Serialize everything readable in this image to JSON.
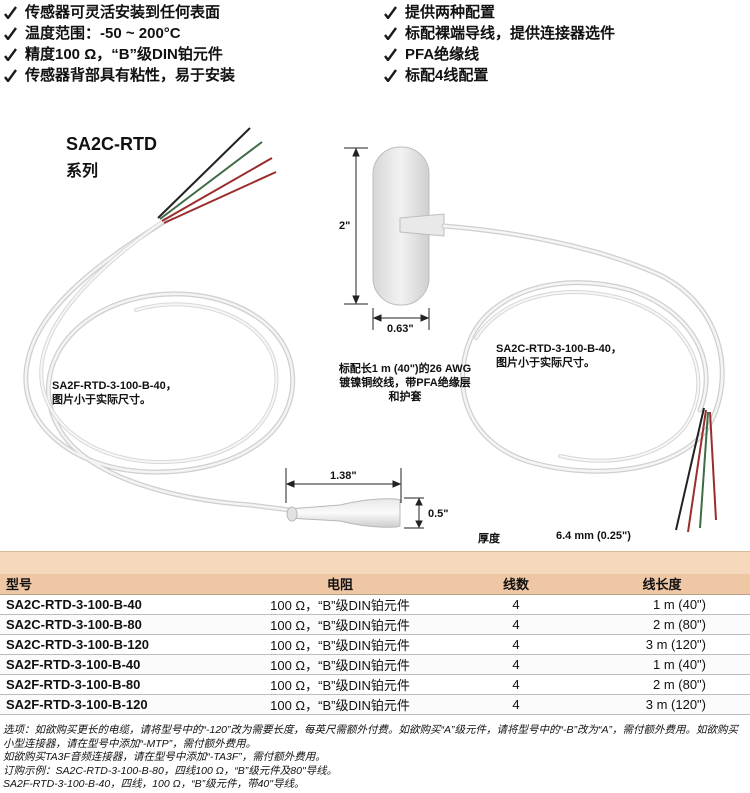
{
  "features_left": [
    "传感器可灵活安装到任何表面",
    "温度范围：-50 ~ 200°C",
    "精度100 Ω，“B”级DIN铂元件",
    "传感器背部具有粘性，易于安装"
  ],
  "features_right": [
    "提供两种配置",
    "标配裸端导线，提供连接器选件",
    "PFA绝缘线",
    "标配4线配置"
  ],
  "figure": {
    "series_title": "SA2C-RTD",
    "series_sub": "系列",
    "caption_left": "SA2F-RTD-3-100-B-40，\n图片小于实际尺寸。",
    "caption_right": "SA2C-RTD-3-100-B-40，\n图片小于实际尺寸。",
    "caption_middle": "标配长1 m (40\")的26 AWG\n镀镍铜绞线，带PFA绝缘层\n和护套",
    "dim_2in": "2\"",
    "dim_063": "0.63\"",
    "dim_138": "1.38\"",
    "dim_05": "0.5\"",
    "thickness_label": "厚度",
    "thickness_value": "6.4 mm (0.25\")"
  },
  "table": {
    "headers": [
      "型号",
      "电阻",
      "线数",
      "线长度"
    ],
    "rows": [
      [
        "SA2C-RTD-3-100-B-40",
        "100 Ω，“B”级DIN铂元件",
        "4",
        "1 m (40\")"
      ],
      [
        "SA2C-RTD-3-100-B-80",
        "100 Ω，“B”级DIN铂元件",
        "4",
        "2 m (80\")"
      ],
      [
        "SA2C-RTD-3-100-B-120",
        "100 Ω，“B”级DIN铂元件",
        "4",
        "3 m (120\")"
      ],
      [
        "SA2F-RTD-3-100-B-40",
        "100 Ω，“B”级DIN铂元件",
        "4",
        "1 m (40\")"
      ],
      [
        "SA2F-RTD-3-100-B-80",
        "100 Ω，“B”级DIN铂元件",
        "4",
        "2 m (80\")"
      ],
      [
        "SA2F-RTD-3-100-B-120",
        "100 Ω，“B”级DIN铂元件",
        "4",
        "3 m (120\")"
      ]
    ]
  },
  "notes": [
    "选项：如欲购买更长的电缆，请将型号中的“-120”改为需要长度，每英尺需额外付费。如欲购买“A”级元件，请将型号中的“-B”改为“A”，需付额外费用。如欲购买小型连接器，请在型号中添加“-MTP”，需付额外费用。",
    "如欲购买TA3F音频连接器，请在型号中添加“-TA3F”，需付额外费用。",
    "订购示例：SA2C-RTD-3-100-B-80，四线100 Ω，“B”级元件及80\"导线。",
    "SA2F-RTD-3-100-B-40，四线，100 Ω，“B”级元件，带40\"导线。"
  ],
  "colors": {
    "check": "#1a1a1a",
    "table_band": "#f6d8bd",
    "table_header": "#f0c7a4",
    "wire_red": "#9a2d2d",
    "wire_green": "#3f6b47",
    "wire_black": "#222222",
    "cable": "#e6e6e6"
  }
}
